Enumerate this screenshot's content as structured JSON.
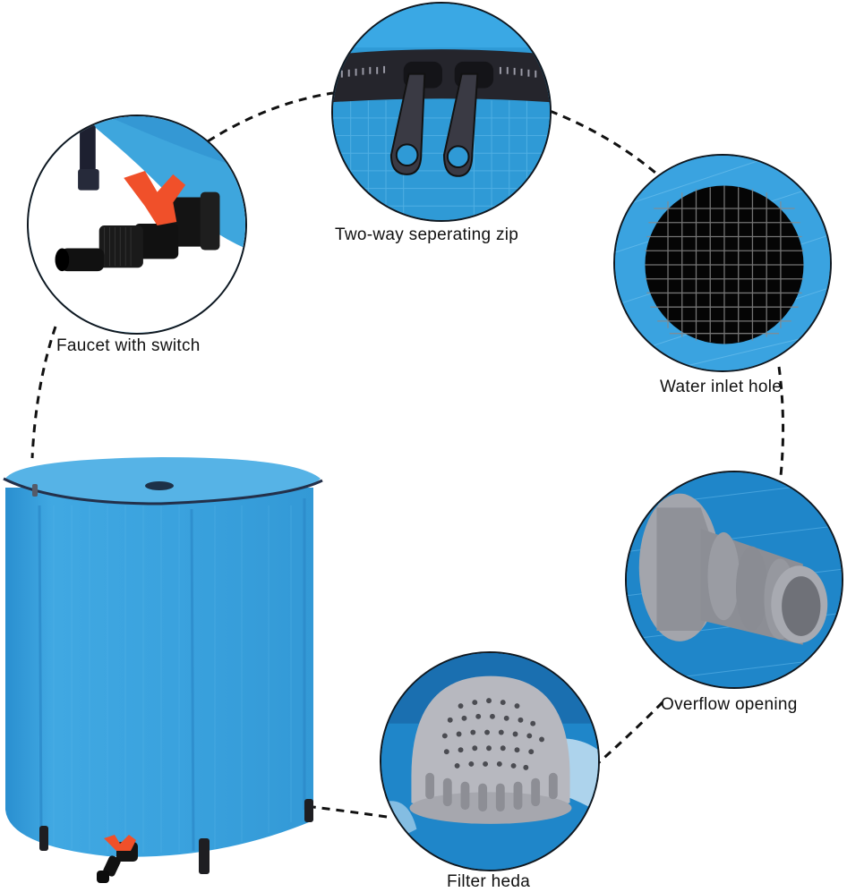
{
  "infographic": {
    "subject": "Collapsible rain barrel",
    "colors": {
      "barrel_blue": "#3ea6dd",
      "barrel_blue_dark": "#1f7fbf",
      "zip_black": "#1c1c22",
      "valve_orange": "#f0502a",
      "fitting_gray": "#9a9ca3",
      "connector_line": "#111111"
    },
    "features": [
      {
        "id": "faucet",
        "label": "Faucet with switch",
        "icon": "faucet-valve-icon"
      },
      {
        "id": "zip",
        "label": "Two-way seperating zip",
        "icon": "zipper-icon"
      },
      {
        "id": "inlet",
        "label": "Water inlet hole",
        "icon": "mesh-inlet-icon"
      },
      {
        "id": "overflow",
        "label": "Overflow opening",
        "icon": "overflow-pipe-icon"
      },
      {
        "id": "filter",
        "label": "Filter heda",
        "icon": "filter-head-icon"
      }
    ]
  }
}
